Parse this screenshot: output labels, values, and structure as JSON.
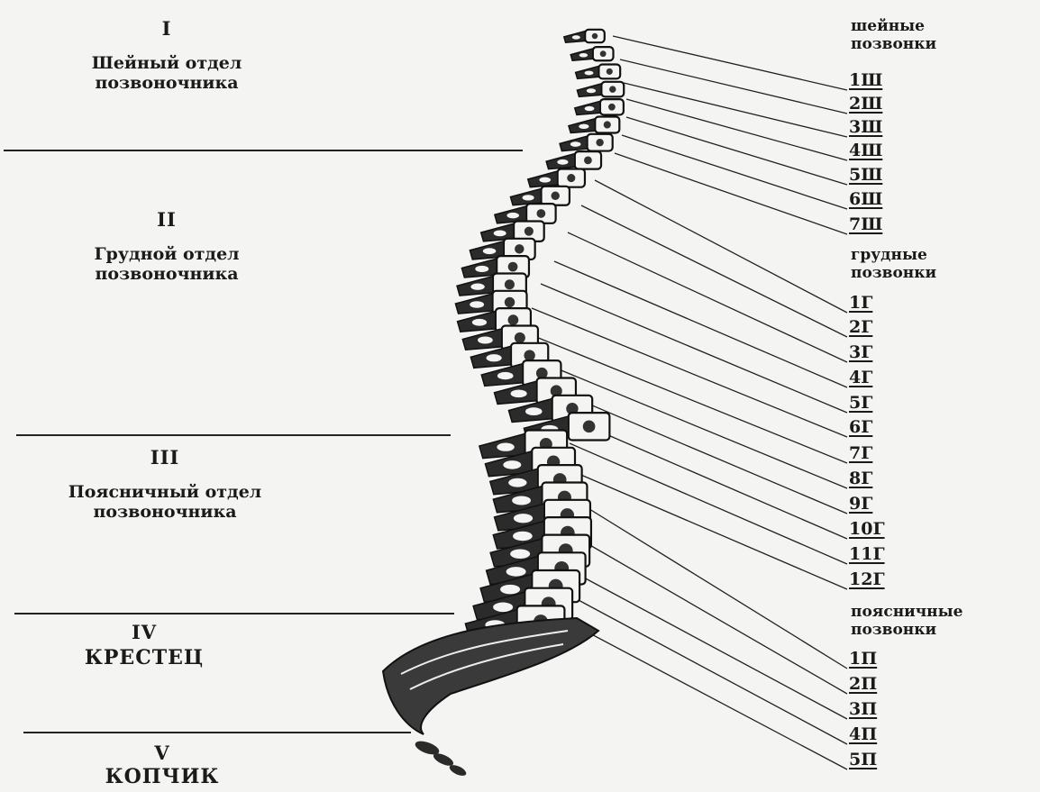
{
  "sections": [
    {
      "numeral": "I",
      "name": "Шейный отдел позвоночника"
    },
    {
      "numeral": "II",
      "name": "Грудной отдел позвоночника"
    },
    {
      "numeral": "III",
      "name": "Поясничный отдел позвоночника"
    },
    {
      "numeral": "IV",
      "name": "КРЕСТЕЦ"
    },
    {
      "numeral": "V",
      "name": "КОПЧИК"
    }
  ],
  "groups": {
    "cervical": "шейные позвонки",
    "thoracic": "грудные позвонки",
    "lumbar": "поясничные позвонки"
  },
  "vertebrae": {
    "cervical": [
      "1Ш",
      "2Ш",
      "3Ш",
      "4Ш",
      "5Ш",
      "6Ш",
      "7Ш"
    ],
    "thoracic": [
      "1Г",
      "2Г",
      "3Г",
      "4Г",
      "5Г",
      "6Г",
      "7Г",
      "8Г",
      "9Г",
      "10Г",
      "11Г",
      "12Г"
    ],
    "lumbar": [
      "1П",
      "2П",
      "3П",
      "4П",
      "5П"
    ]
  }
}
